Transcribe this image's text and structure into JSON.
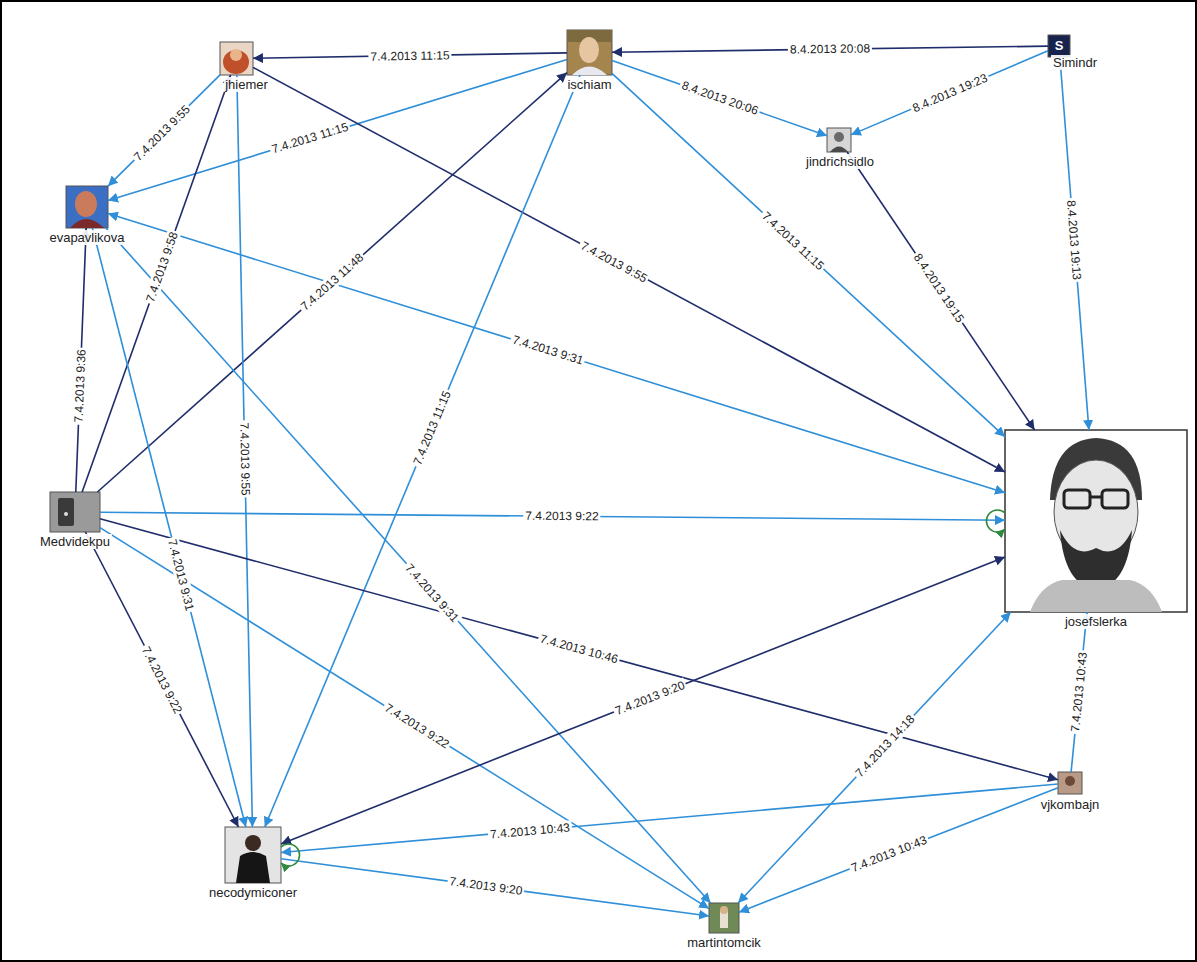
{
  "diagram": {
    "nodes": [
      {
        "text": [
          "jhiemer"
        ]
      },
      {
        "text": [
          "ischiam"
        ]
      },
      {
        "text": [
          "Simindr"
        ]
      },
      {
        "text": [
          "jindrichsidlo"
        ]
      },
      {
        "text": [
          "evapavlikova"
        ]
      },
      {
        "text": [
          "Medvidekpu"
        ]
      },
      {
        "text": [
          "josefslerka"
        ]
      },
      {
        "text": [
          "vjkombajn"
        ]
      },
      {
        "text": [
          "necodymiconer"
        ]
      },
      {
        "text": [
          "martintomcik"
        ]
      }
    ],
    "edges": [
      {
        "from": 1,
        "to": 0,
        "arrow": "to",
        "label": "7.4.2013 11:15"
      },
      {
        "from": 2,
        "to": 1,
        "arrow": "to",
        "label": "8.4.2013 20:08"
      },
      {
        "from": 1,
        "to": 3,
        "arrow": "to",
        "label": "8.4.2013 20:06"
      },
      {
        "from": 2,
        "to": 3,
        "arrow": "to",
        "label": "8.4.2013 19:23"
      },
      {
        "from": 1,
        "to": 4,
        "arrow": "to",
        "label": "7.4.2013 11:15"
      },
      {
        "from": 0,
        "to": 4,
        "arrow": "to",
        "label": "7.4.2013 9:55"
      },
      {
        "from": 5,
        "to": 0,
        "arrow": "to",
        "label": "7.4.2013 9:58"
      },
      {
        "from": 5,
        "to": 4,
        "arrow": "to",
        "label": "7.4.2013 9:36"
      },
      {
        "from": 0,
        "to": 6,
        "arrow": "to",
        "label": "7.4.2013 9:55"
      },
      {
        "from": 1,
        "to": 6,
        "arrow": "to",
        "label": "7.4.2013 11:15"
      },
      {
        "from": 3,
        "to": 6,
        "arrow": "to",
        "label": "8.4.2013 19:15"
      },
      {
        "from": 2,
        "to": 6,
        "arrow": "to",
        "label": "8.4.2013 19:13"
      },
      {
        "from": 4,
        "to": 6,
        "arrow": "both",
        "label": "7.4.2013 9:31"
      },
      {
        "from": 5,
        "to": 1,
        "arrow": "to",
        "label": "7.4.2013 11:48"
      },
      {
        "from": 0,
        "to": 8,
        "arrow": "to",
        "label": "7.4.2013 9:55"
      },
      {
        "from": 1,
        "to": 8,
        "arrow": "to",
        "label": "7.4.2013 11:15"
      },
      {
        "from": 4,
        "to": 8,
        "arrow": "to",
        "label": "7.4.2013 9:31"
      },
      {
        "from": 4,
        "to": 9,
        "arrow": "to",
        "label": "7.4.2013 9:31"
      },
      {
        "from": 5,
        "to": 6,
        "arrow": "to",
        "label": "7.4.2013 9:22"
      },
      {
        "from": 6,
        "to": 6,
        "arrow": "to"
      },
      {
        "from": 5,
        "to": 7,
        "arrow": "to",
        "label": "7.4.2013 10:46"
      },
      {
        "from": 7,
        "to": 6,
        "arrow": "to",
        "label": "7.4.2013 10:43"
      },
      {
        "from": 5,
        "to": 8,
        "arrow": "to",
        "label": "7.4.2013 9:22"
      },
      {
        "from": 5,
        "to": 9,
        "arrow": "to",
        "label": "7.4.2013 9:22"
      },
      {
        "from": 8,
        "to": 6,
        "arrow": "both",
        "label": "7.4.2013 9:20"
      },
      {
        "from": 7,
        "to": 8,
        "arrow": "to",
        "label": "7.4.2013 10:43"
      },
      {
        "from": 6,
        "to": 9,
        "arrow": "both",
        "label": "7.4.2013 14:18"
      },
      {
        "from": 7,
        "to": 9,
        "arrow": "to",
        "label": "7.4.2013 10:43"
      },
      {
        "from": 8,
        "to": 9,
        "arrow": "to",
        "label": "7.4.2013 9:20"
      },
      {
        "from": 8,
        "to": 8,
        "arrow": "to"
      }
    ],
    "labels": [
      "S"
    ]
  }
}
